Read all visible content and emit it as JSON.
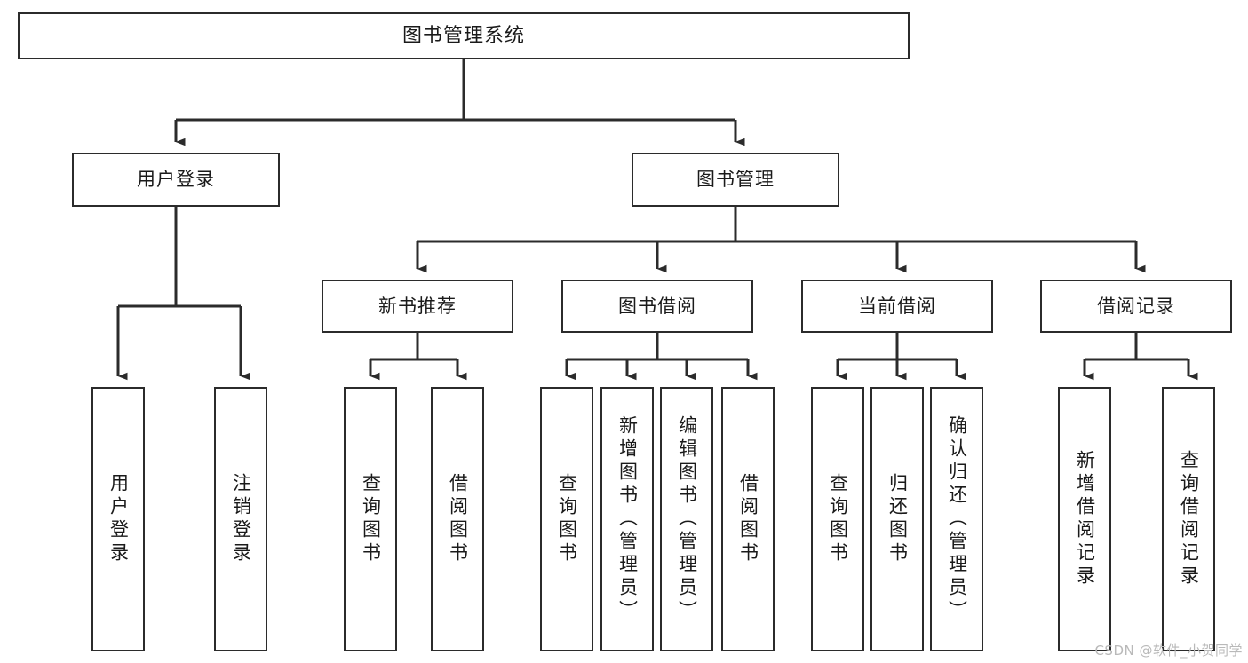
{
  "diagram": {
    "type": "tree-hierarchy-chart",
    "title": "图书管理系统",
    "root": {
      "id": "root",
      "label": "图书管理系统"
    },
    "level2": [
      {
        "id": "user-login",
        "label": "用户登录"
      },
      {
        "id": "book-manage",
        "label": "图书管理"
      }
    ],
    "level3": [
      {
        "id": "new-book-rec",
        "label": "新书推荐",
        "parent": "book-manage"
      },
      {
        "id": "book-borrow",
        "label": "图书借阅",
        "parent": "book-manage"
      },
      {
        "id": "current-borrow",
        "label": "当前借阅",
        "parent": "book-manage"
      },
      {
        "id": "borrow-record",
        "label": "借阅记录",
        "parent": "book-manage"
      }
    ],
    "leaves": [
      {
        "id": "leaf-user-login",
        "label": "用户登录",
        "parent": "user-login"
      },
      {
        "id": "leaf-logout-login",
        "label": "注销登录",
        "parent": "user-login"
      },
      {
        "id": "leaf-query-book-1",
        "label": "查询图书",
        "parent": "new-book-rec"
      },
      {
        "id": "leaf-borrow-book-1",
        "label": "借阅图书",
        "parent": "new-book-rec"
      },
      {
        "id": "leaf-query-book-2",
        "label": "查询图书",
        "parent": "book-borrow"
      },
      {
        "id": "leaf-add-book",
        "label": "新增图书（管理员）",
        "parent": "book-borrow"
      },
      {
        "id": "leaf-edit-book",
        "label": "编辑图书（管理员）",
        "parent": "book-borrow"
      },
      {
        "id": "leaf-borrow-book-2",
        "label": "借阅图书",
        "parent": "book-borrow"
      },
      {
        "id": "leaf-query-book-3",
        "label": "查询图书",
        "parent": "current-borrow"
      },
      {
        "id": "leaf-return-book",
        "label": "归还图书",
        "parent": "current-borrow"
      },
      {
        "id": "leaf-confirm-return",
        "label": "确认归还（管理员）",
        "parent": "current-borrow"
      },
      {
        "id": "leaf-add-record",
        "label": "新增借阅记录",
        "parent": "borrow-record"
      },
      {
        "id": "leaf-query-record",
        "label": "查询借阅记录",
        "parent": "borrow-record"
      }
    ],
    "colors": {
      "box_border": "#2b2b2b",
      "box_fill": "#ffffff",
      "connector": "#2b2b2b",
      "text": "#1a1a1a",
      "watermark": "#b9b9b9"
    }
  },
  "watermark": {
    "text": "CSDN @软件_小贺同学"
  }
}
